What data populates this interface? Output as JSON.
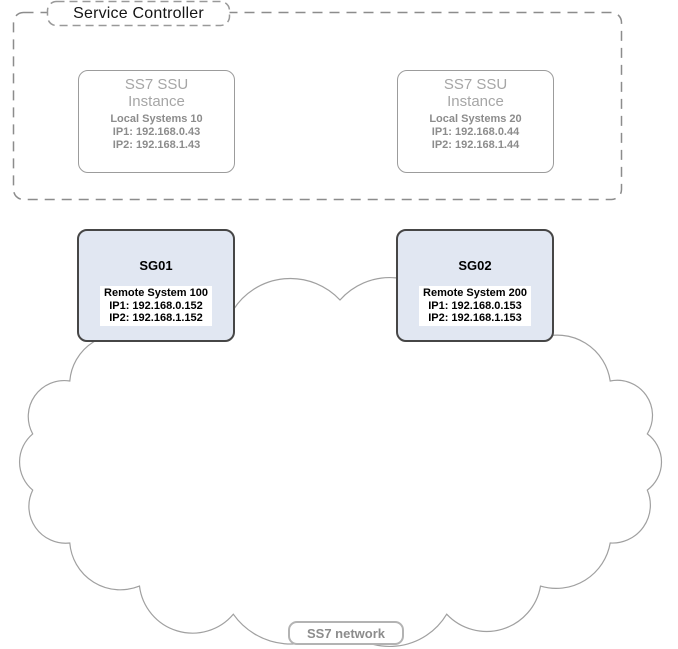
{
  "service_controller": {
    "label": "Service Controller",
    "instances": [
      {
        "title1": "SS7 SSU",
        "title2": "Instance",
        "system": "Local Systems 10",
        "ip1": "IP1: 192.168.0.43",
        "ip2": "IP2: 192.168.1.43"
      },
      {
        "title1": "SS7 SSU",
        "title2": "Instance",
        "system": "Local Systems 20",
        "ip1": "IP1: 192.168.0.44",
        "ip2": "IP2: 192.168.1.44"
      }
    ]
  },
  "signaling_gateways": [
    {
      "name": "SG01",
      "system": "Remote System 100",
      "ip1": "IP1: 192.168.0.152",
      "ip2": "IP2: 192.168.1.152"
    },
    {
      "name": "SG02",
      "system": "Remote System 200",
      "ip1": "IP1: 192.168.0.153",
      "ip2": "IP2: 192.168.1.153"
    }
  ],
  "network": {
    "label": "SS7 network"
  },
  "colors": {
    "gateway_fill": "#e1e7f2",
    "gateway_border": "#464646",
    "frame_dash_gray": "#8c8c8c",
    "box_line_gray": "#9c9c9c",
    "cloud_line_gray": "#a0a0a0",
    "ssu_title_gray": "#a6a6a6",
    "ssu_text_gray": "#8c8c8c",
    "label_text": "#151515"
  }
}
